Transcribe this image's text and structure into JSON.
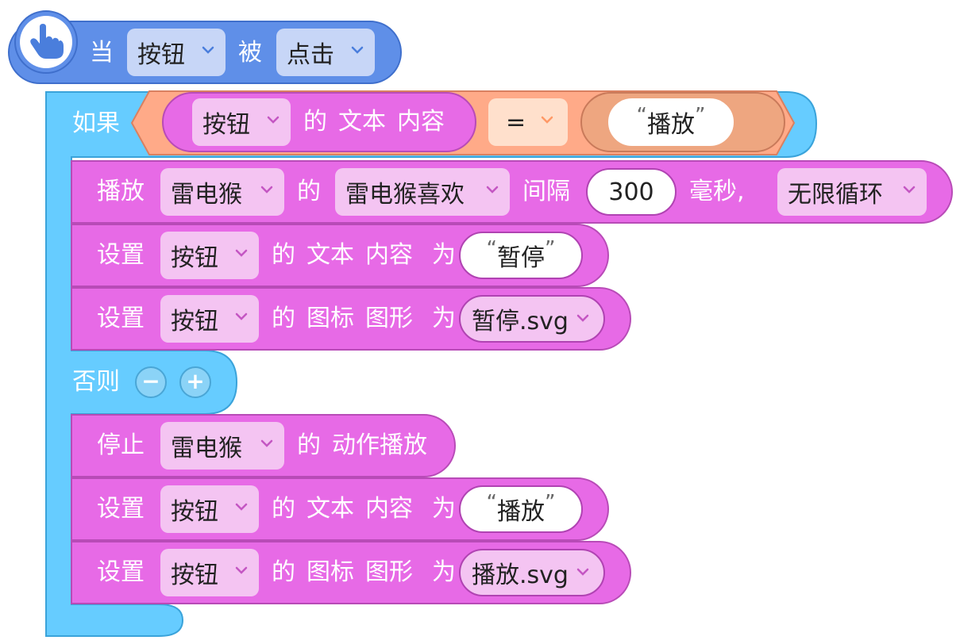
{
  "colors": {
    "event_block": "#5f8fe8",
    "control_block": "#66ccff",
    "action_block": "#e76ae6",
    "operator_block": "#ffaa88",
    "dropdown_blue": "#c7d6f7",
    "dropdown_pink": "#f4c4f2"
  },
  "event": {
    "icon": "pointer-hand-icon",
    "when_label": "当",
    "target_value": "按钮",
    "passive_label": "被",
    "event_value": "点击"
  },
  "if_block": {
    "if_label": "如果",
    "else_label": "否则",
    "minus_label": "−",
    "plus_label": "+",
    "condition": {
      "object_value": "按钮",
      "of_label": "的",
      "prop1": "文本",
      "prop2": "内容",
      "operator": "=",
      "compare_value": "播放"
    }
  },
  "then_branch": {
    "play": {
      "verb": "播放",
      "actor_value": "雷电猴",
      "of_label": "的",
      "animation_value": "雷电猴喜欢",
      "interval_label": "间隔",
      "interval_value": "300",
      "unit_label": "毫秒,",
      "loop_value": "无限循环"
    },
    "set_text": {
      "verb": "设置",
      "object_value": "按钮",
      "of_label": "的",
      "prop1": "文本",
      "prop2": "内容",
      "to_label": "为",
      "value": "暂停"
    },
    "set_icon": {
      "verb": "设置",
      "object_value": "按钮",
      "of_label": "的",
      "prop1": "图标",
      "prop2": "图形",
      "to_label": "为",
      "value": "暂停.svg"
    }
  },
  "else_branch": {
    "stop": {
      "verb": "停止",
      "actor_value": "雷电猴",
      "of_label": "的",
      "action_label": "动作播放"
    },
    "set_text": {
      "verb": "设置",
      "object_value": "按钮",
      "of_label": "的",
      "prop1": "文本",
      "prop2": "内容",
      "to_label": "为",
      "value": "播放"
    },
    "set_icon": {
      "verb": "设置",
      "object_value": "按钮",
      "of_label": "的",
      "prop1": "图标",
      "prop2": "图形",
      "to_label": "为",
      "value": "播放.svg"
    }
  },
  "quotes": {
    "open": "“",
    "close": "”"
  }
}
